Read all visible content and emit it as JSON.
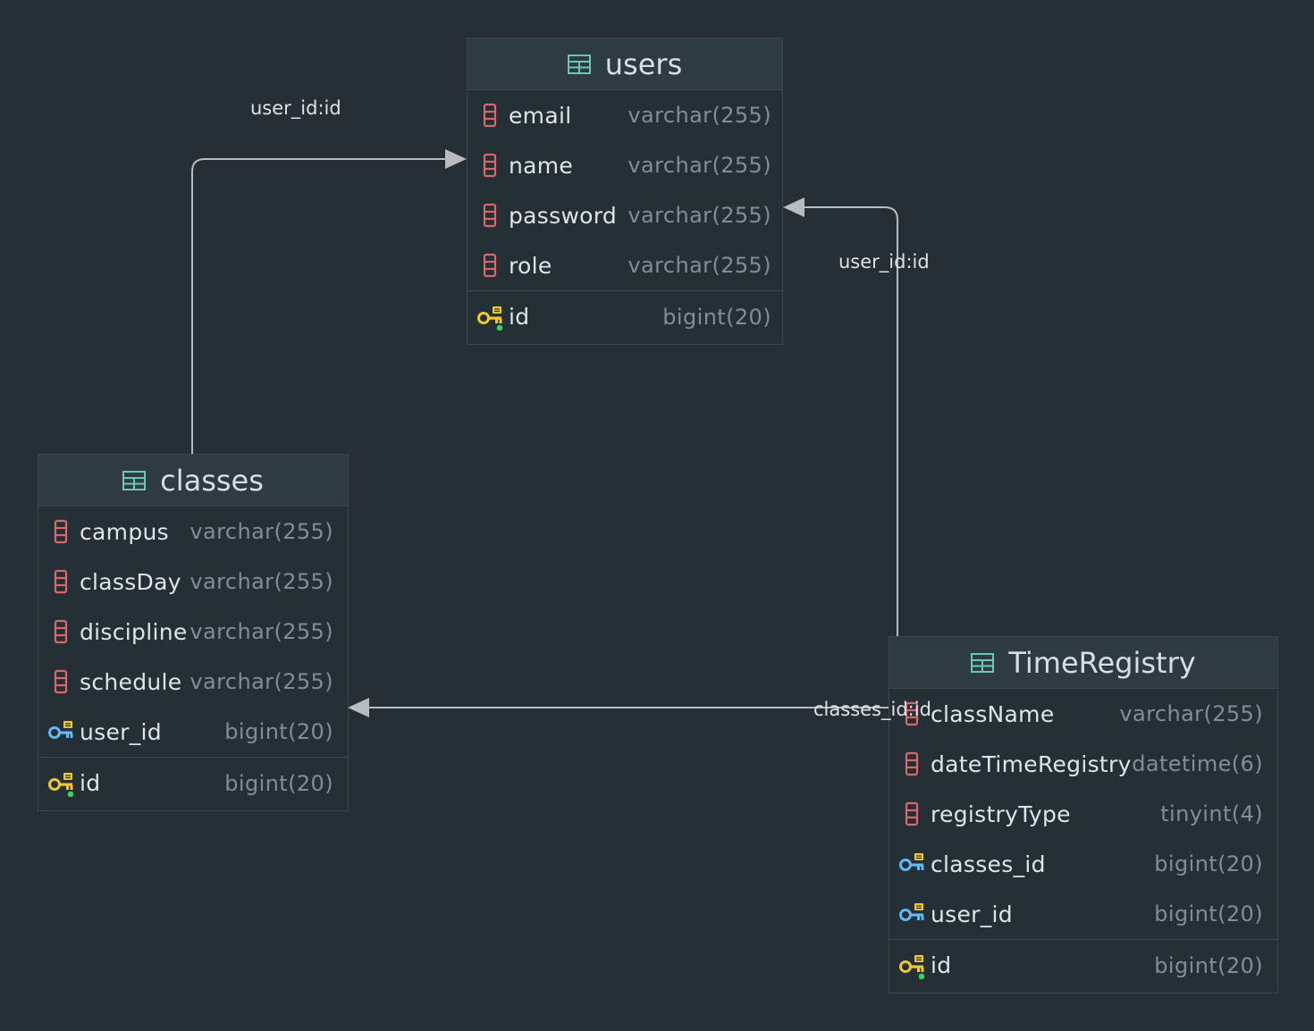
{
  "tables": {
    "users": {
      "title": "users",
      "columns": [
        {
          "name": "email",
          "type": "varchar(255)",
          "icon": "column-icon"
        },
        {
          "name": "name",
          "type": "varchar(255)",
          "icon": "column-icon"
        },
        {
          "name": "password",
          "type": "varchar(255)",
          "icon": "column-icon"
        },
        {
          "name": "role",
          "type": "varchar(255)",
          "icon": "column-icon"
        }
      ],
      "pk": {
        "name": "id",
        "type": "bigint(20)",
        "icon": "primary-key-icon"
      }
    },
    "classes": {
      "title": "classes",
      "columns": [
        {
          "name": "campus",
          "type": "varchar(255)",
          "icon": "column-icon"
        },
        {
          "name": "classDay",
          "type": "varchar(255)",
          "icon": "column-icon"
        },
        {
          "name": "discipline",
          "type": "varchar(255)",
          "icon": "column-icon"
        },
        {
          "name": "schedule",
          "type": "varchar(255)",
          "icon": "column-icon"
        },
        {
          "name": "user_id",
          "type": "bigint(20)",
          "icon": "foreign-key-icon"
        }
      ],
      "pk": {
        "name": "id",
        "type": "bigint(20)",
        "icon": "primary-key-icon"
      }
    },
    "timeregistry": {
      "title": "TimeRegistry",
      "columns": [
        {
          "name": "className",
          "type": "varchar(255)",
          "icon": "column-icon"
        },
        {
          "name": "dateTimeRegistry",
          "type": "datetime(6)",
          "icon": "column-icon"
        },
        {
          "name": "registryType",
          "type": "tinyint(4)",
          "icon": "column-icon"
        },
        {
          "name": "classes_id",
          "type": "bigint(20)",
          "icon": "foreign-key-icon"
        },
        {
          "name": "user_id",
          "type": "bigint(20)",
          "icon": "foreign-key-icon"
        }
      ],
      "pk": {
        "name": "id",
        "type": "bigint(20)",
        "icon": "primary-key-icon"
      }
    }
  },
  "relations": [
    {
      "label": "user_id:id",
      "from": "classes.user_id",
      "to": "users.id"
    },
    {
      "label": "user_id:id",
      "from": "TimeRegistry.user_id",
      "to": "users.id"
    },
    {
      "label": "classes_id:id",
      "from": "TimeRegistry.classes_id",
      "to": "classes.id"
    }
  ],
  "colors": {
    "background": "#262f36",
    "column_icon": "#d9686b",
    "primary_key": "#f1c82f",
    "foreign_key": "#63b9f0",
    "table_icon": "#6cc8b3",
    "edge": "#b8bcbf"
  }
}
